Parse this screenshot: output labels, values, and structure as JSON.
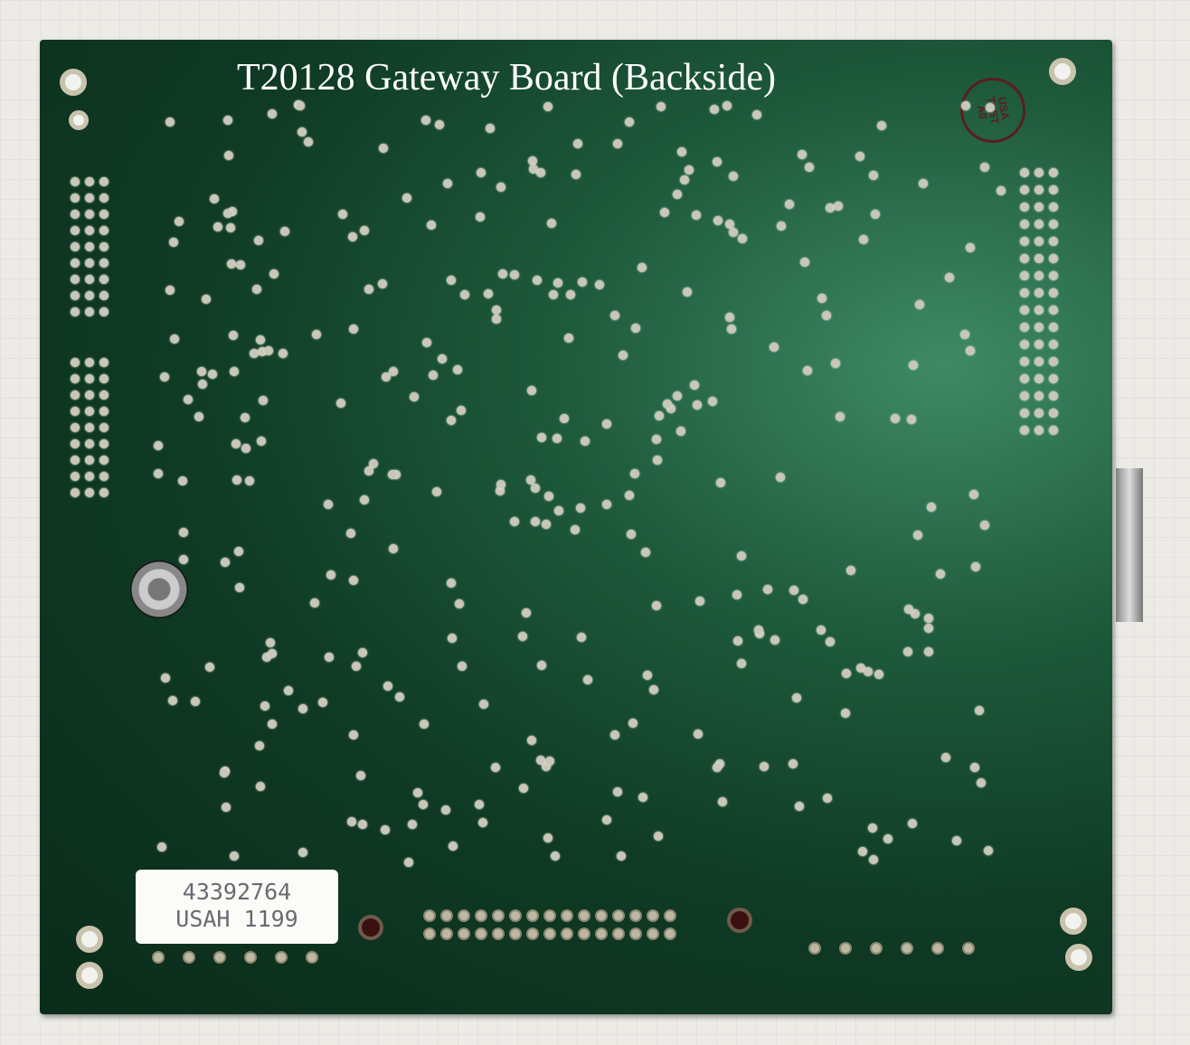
{
  "title": "T20128 Gateway Board (Backside)",
  "label_sticker": {
    "line1": "43392764",
    "line2": "USAH 1199"
  },
  "stamp": {
    "line1": "USA",
    "line2": "TEST",
    "line3": "A0"
  },
  "colors": {
    "board": "#1e5a3c",
    "pads": "#c9c7b8",
    "title": "#ffffff"
  }
}
